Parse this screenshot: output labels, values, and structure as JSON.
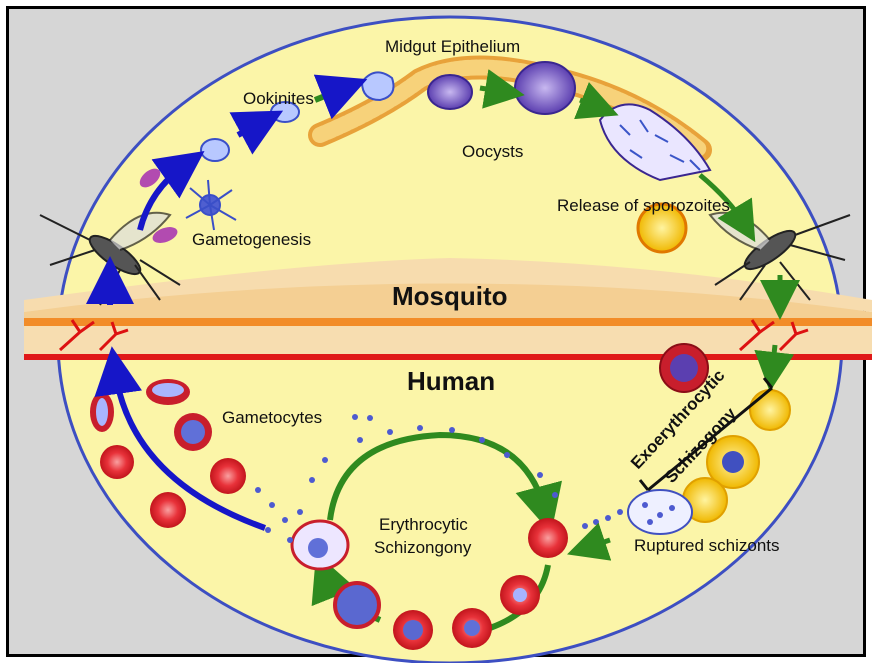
{
  "labels": {
    "midgut": "Midgut Epithelium",
    "ookinites": "Ookinites",
    "oocysts": "Oocysts",
    "release": "Release of sporozoites",
    "gametogenesis": "Gametogenesis",
    "mosquito": "Mosquito",
    "human": "Human",
    "gametocytes": "Gametocytes",
    "exo1": "Exoerythrocytic",
    "exo2": "Schizogony",
    "erythro1": "Erythrocytic",
    "erythro2": "Schizongony",
    "ruptured": "Ruptured schizonts"
  },
  "colors": {
    "background": "#d6d6d6",
    "ellipse_fill": "#fbf5a8",
    "ellipse_stroke": "#3d4fc2",
    "skin": "#f7d9a6",
    "skin_stripe": "#f28c28",
    "blood_line": "#e01818",
    "green_arrow": "#2f8a1f",
    "blue_arrow": "#1616c8",
    "rbc": "#e8323a",
    "parasite": "#5563c8"
  }
}
